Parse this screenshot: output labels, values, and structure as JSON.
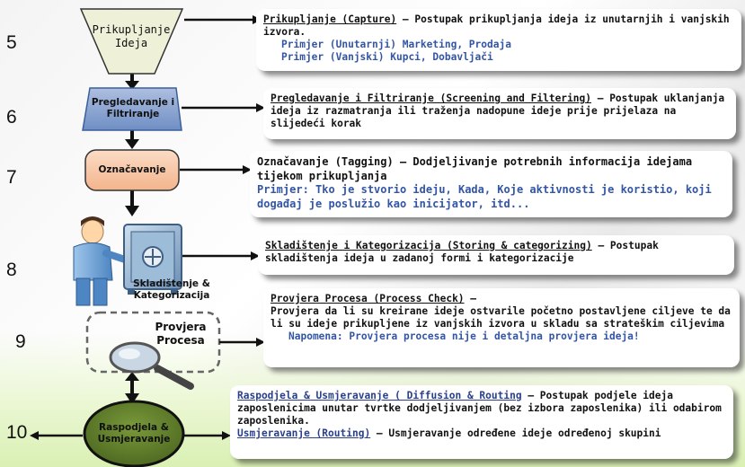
{
  "numbers": [
    "5",
    "6",
    "7",
    "8",
    "9",
    "10"
  ],
  "shapes": {
    "capture": "Prikupljanje Ideja",
    "screening": "Pregledavanje i Filtriranje",
    "tagging": "Označavanje",
    "storing": "Skladištenje & Kategorizacija",
    "check": "Provjera Procesa",
    "routing": "Raspodjela & Usmjeravanje"
  },
  "boxes": {
    "capture": {
      "title": "Prikupljanje (Capture)",
      "text": " – Postupak prikupljanja ideja iz unutarnjih i vanjskih izvora.",
      "ex1": "Primjer (Unutarnji) Marketing, Prodaja",
      "ex2": "Primjer (Vanjski) Kupci, Dobavljači"
    },
    "screening": {
      "title": "Pregledavanje i Filtriranje (Screening and Filtering)",
      "text": " – Postupak uklanjanja ideja iz razmatranja ili traženja nadopune ideje prije prijelaza na slijedeći korak"
    },
    "tagging": {
      "title": "Označavanje (Tagging)",
      "text": " – Dodjeljivanje potrebnih informacija idejama tijekom prikupljanja",
      "ex": "Primjer:  Tko je stvorio ideju, Kada, Koje aktivnosti je koristio, koji događaj je poslužio kao inicijator, itd..."
    },
    "storing": {
      "title": "Skladištenje i Kategorizacija (Storing & categorizing)",
      "text": " – Postupak skladištenja ideja u zadanoj formi i kategorizacije"
    },
    "check": {
      "title": "Provjera Procesa (Process Check)",
      "text1": " –",
      "text2": "Provjera da li su kreirane ideje ostvarile početno postavljene ciljeve te da li su ideje prikupljene iz vanjskih izvora u skladu sa strateškim ciljevima",
      "ex": "Napomena: Provjera procesa nije i detaljna provjera ideja!"
    },
    "routing": {
      "title": "Raspodjela & Usmjeravanje ( Diffusion & Routing",
      "text": " – Postupak podjele ideja zaposlenicima unutar tvrtke dodjeljivanjem (bez izbora zaposlenika) ili odabirom zaposlenika.",
      "title2": "Usmjeravanje (Routing)",
      "text2": " – Usmjeravanje određene ideje određenoj skupini"
    }
  },
  "colors": {
    "capture_fill": "#eef0d8",
    "screening_fill": "#8aa4d0",
    "tagging_fill": "#f6c6a6",
    "routing_fill": "#5f7a2e",
    "example_text": "#3355a5"
  }
}
